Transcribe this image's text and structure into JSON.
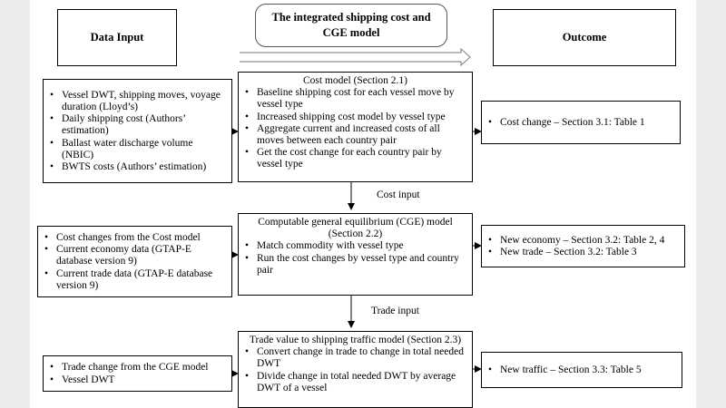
{
  "headers": {
    "input": "Data Input",
    "model_line1": "The integrated shipping cost and",
    "model_line2": "CGE model",
    "outcome": "Outcome"
  },
  "rows": [
    {
      "inputs": [
        "Vessel DWT, shipping moves, voyage duration (Lloyd’s)",
        "Daily shipping cost (Authors’ estimation)",
        "Ballast water discharge volume (NBIC)",
        "BWTS costs (Authors’ estimation)"
      ],
      "model_title": "Cost model (Section 2.1)",
      "model_items": [
        "Baseline shipping cost for each vessel move by vessel type",
        "Increased shipping cost model by vessel type",
        "Aggregate current and increased costs of all moves between each country pair",
        "Get the cost change for each country pair by vessel type"
      ],
      "outcomes": [
        "Cost change – Section 3.1: Table 1"
      ]
    },
    {
      "inputs": [
        "Cost changes from the Cost model",
        "Current economy data (GTAP-E database version 9)",
        "Current trade data (GTAP-E database version 9)"
      ],
      "model_title": "Computable general equilibrium (CGE) model (Section 2.2)",
      "model_items": [
        "Match commodity with vessel type",
        "Run the cost changes by vessel type and country pair"
      ],
      "outcomes": [
        "New economy – Section 3.2: Table 2, 4",
        "New trade – Section 3.2: Table 3"
      ]
    },
    {
      "inputs": [
        "Trade change from the CGE model",
        "Vessel DWT"
      ],
      "model_title": "Trade value to shipping traffic model (Section 2.3)",
      "model_items": [
        "Convert change in trade to change in total needed DWT",
        "Divide change in total needed DWT by average DWT of a vessel"
      ],
      "outcomes": [
        "New traffic – Section 3.3: Table 5"
      ]
    }
  ],
  "connectors": {
    "cost_input": "Cost input",
    "trade_input": "Trade input"
  }
}
